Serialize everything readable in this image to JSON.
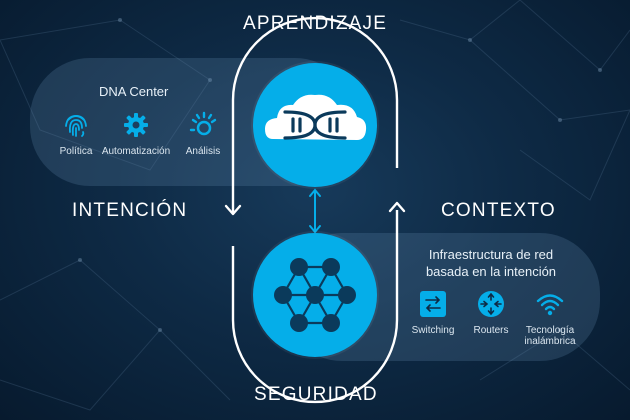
{
  "labels": {
    "top": "APRENDIZAJE",
    "left": "INTENCIÓN",
    "right": "CONTEXTO",
    "bottom": "SEGURIDAD"
  },
  "dna_center": {
    "title": "DNA Center",
    "features": [
      {
        "label": "Política",
        "icon": "fingerprint-icon"
      },
      {
        "label": "Automatización",
        "icon": "gear-icon"
      },
      {
        "label": "Análisis",
        "icon": "analytics-sun-icon"
      }
    ]
  },
  "infrastructure": {
    "title_line1": "Infraestructura de red",
    "title_line2": "basada en la intención",
    "items": [
      {
        "label": "Switching",
        "icon": "switch-icon"
      },
      {
        "label": "Routers",
        "icon": "router-icon"
      },
      {
        "label_line1": "Tecnología",
        "label_line2": "inalámbrica",
        "icon": "wifi-icon"
      }
    ]
  },
  "colors": {
    "accent": "#05aee9",
    "background": "#0e2a45",
    "text": "#ffffff"
  }
}
